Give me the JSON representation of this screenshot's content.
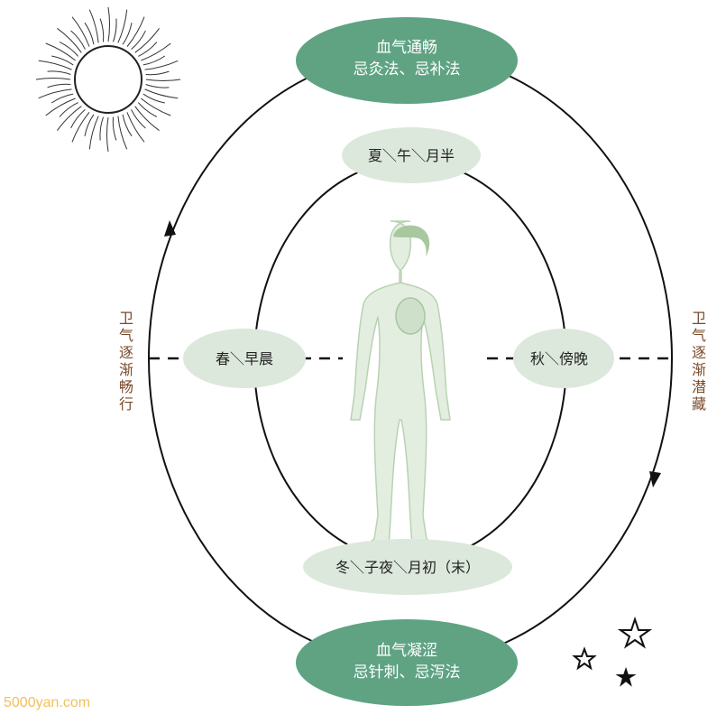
{
  "top_node": {
    "line1": "血气通畅",
    "line2": "忌灸法、忌补法"
  },
  "bottom_node": {
    "line1": "血气凝涩",
    "line2": "忌针刺、忌泻法"
  },
  "inner_nodes": {
    "top": "夏＼午＼月半",
    "left": "春＼早晨",
    "right": "秋＼傍晚",
    "bottom": "冬＼子夜＼月初（末）"
  },
  "side_labels": {
    "left": [
      "卫",
      "气",
      "逐",
      "渐",
      "畅",
      "行"
    ],
    "right": [
      "卫",
      "气",
      "逐",
      "渐",
      "潜",
      "藏"
    ]
  },
  "watermark": "5000yan.com",
  "colors": {
    "dark_green": "#5fa383",
    "light_green": "#dde8dc",
    "brown": "#7a4a2a"
  }
}
